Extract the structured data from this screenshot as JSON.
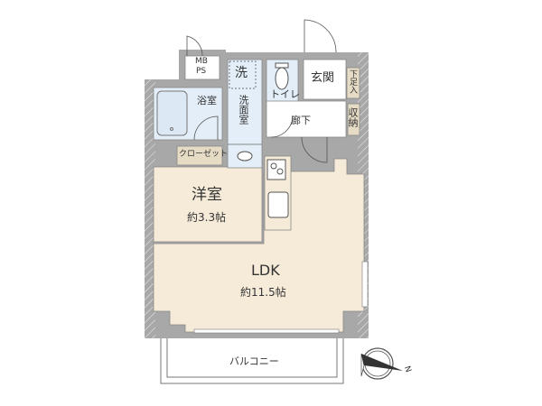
{
  "rooms": {
    "mbps": "MB\nPS",
    "mb": "MB",
    "ps": "PS",
    "laundry": "洗",
    "bath": "浴室",
    "washroom": "洗面室",
    "toilet": "トイレ",
    "entrance": "玄関",
    "shoe_storage": "下足入",
    "storage": "収納",
    "hallway": "廊下",
    "closet": "クローゼット",
    "western_room": "洋室",
    "western_room_size": "約3.3帖",
    "ldk": "LDK",
    "ldk_size": "約11.5帖",
    "balcony": "バルコニー"
  },
  "compass": {
    "north_label": "N"
  },
  "colors": {
    "wall": "#a8a8a8",
    "floor_room": "#f6ebd9",
    "wet_area": "#e3eef8",
    "storage": "#e6dcc6",
    "white_area": "#ffffff"
  }
}
